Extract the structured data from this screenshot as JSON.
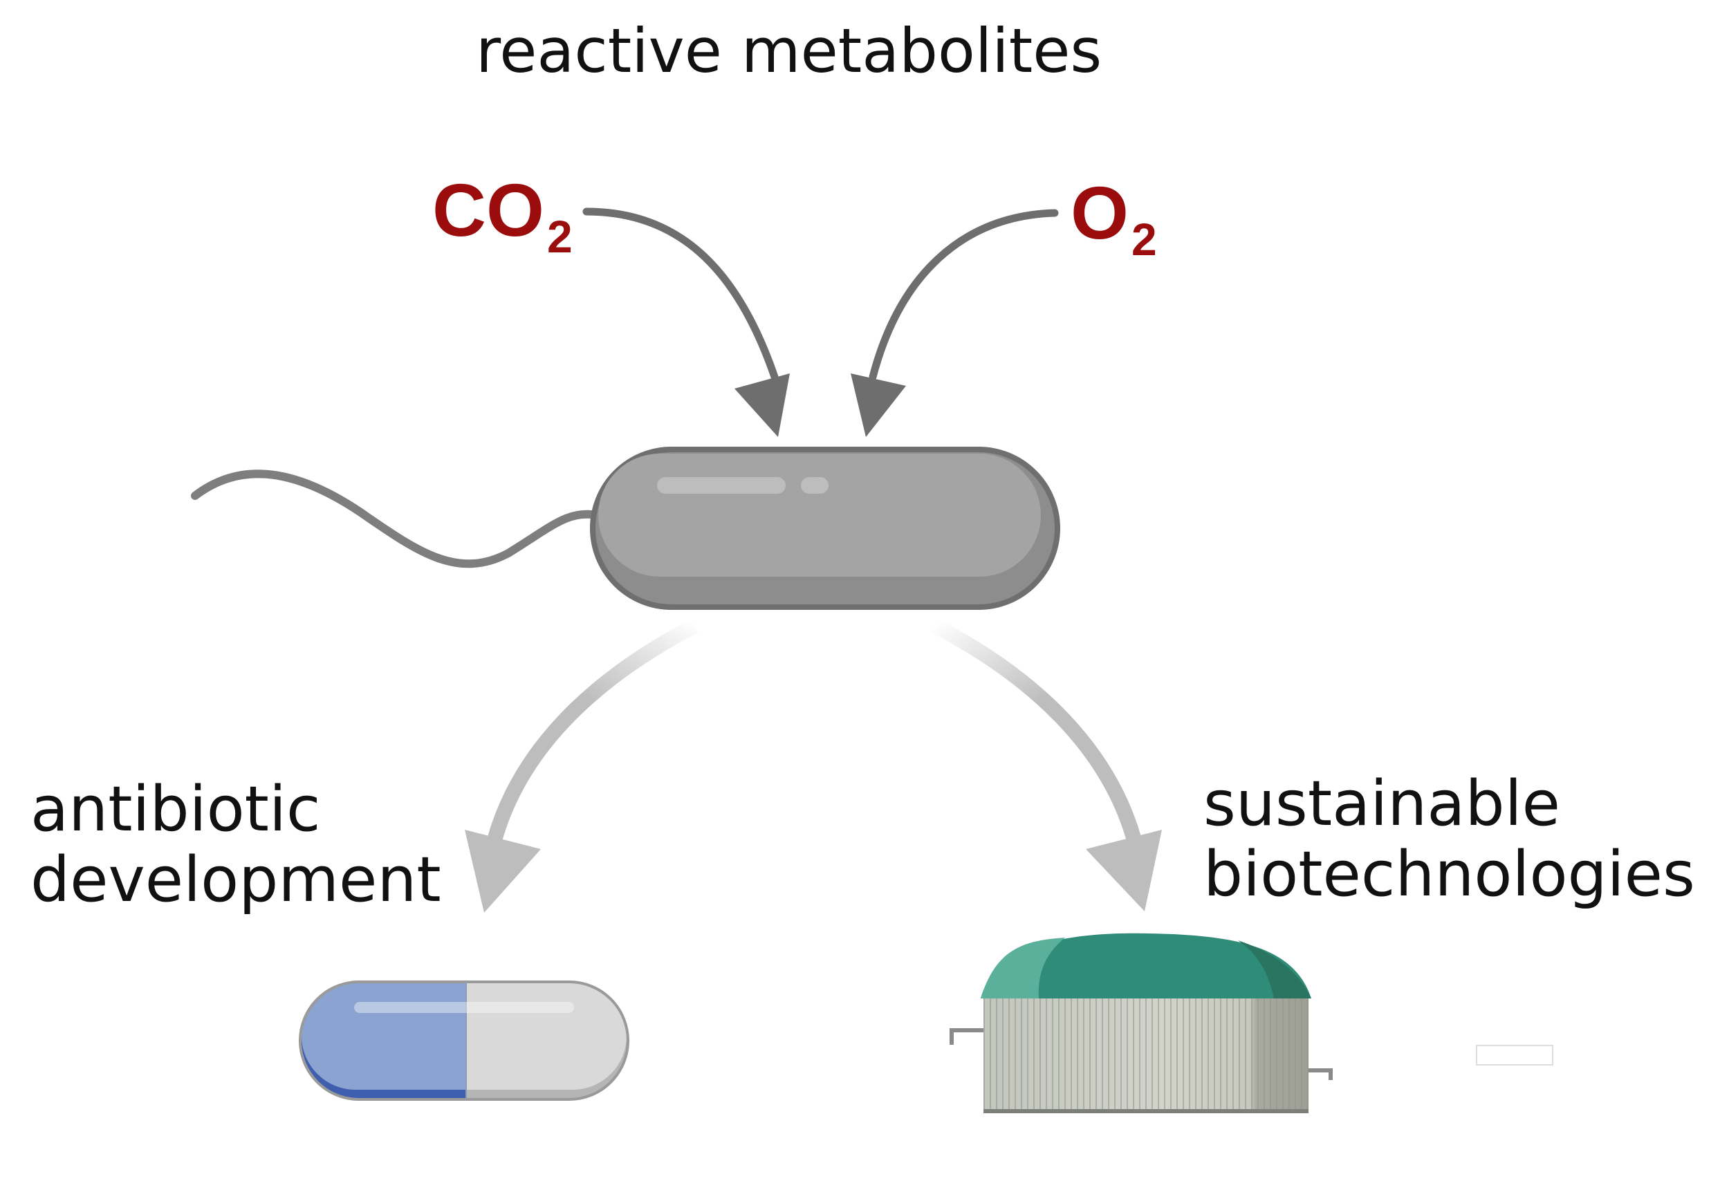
{
  "diagram": {
    "title": "reactive metabolites",
    "inputs": [
      {
        "main": "CO",
        "sub": "2"
      },
      {
        "main": "O",
        "sub": "2"
      }
    ],
    "outputs": [
      {
        "line1": "antibiotic",
        "line2": "development"
      },
      {
        "line1": "sustainable",
        "line2": "biotechnologies"
      }
    ],
    "icons": {
      "center": "bacterium-icon",
      "left_output": "pill-capsule-icon",
      "right_output": "bioreactor-tank-icon"
    },
    "colors": {
      "chemical_text": "#9b0d0d",
      "input_arrow": "#6e6e6e",
      "output_arrow": "#bdbdbd",
      "bacterium_body": "#a4a4a4",
      "capsule_blue": "#8aa3d1",
      "capsule_grey": "#d9d9d9",
      "tank_dome": "#2e8c78",
      "tank_wall": "#c9ccc2"
    }
  }
}
